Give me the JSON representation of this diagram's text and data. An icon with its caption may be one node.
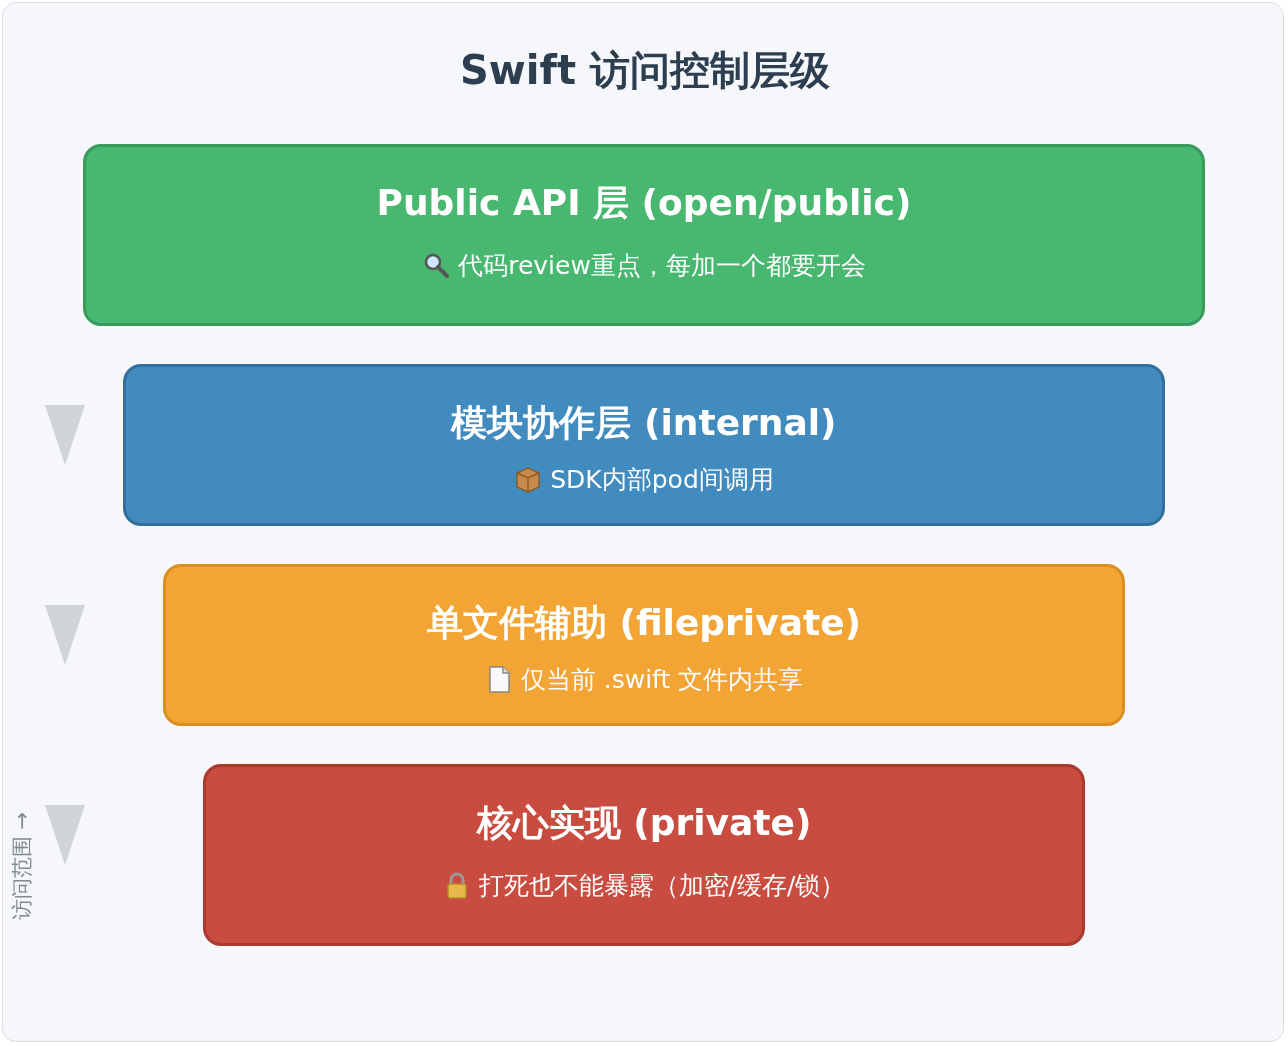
{
  "diagram": {
    "title": "Swift 访问控制层级",
    "nodes": [
      {
        "text": [
          "Public API 层 (open/public)",
          "代码review重点，每加一个都要开会"
        ]
      },
      {
        "text": [
          "模块协作层 (internal)",
          "SDK内部pod间调用"
        ]
      },
      {
        "text": [
          "单文件辅助 (fileprivate)",
          "仅当前 .swift 文件内共享"
        ]
      },
      {
        "text": [
          "核心实现 (private)",
          "打死也不能暴露（加密/缓存/锁）"
        ]
      }
    ],
    "edges": [],
    "labels": [
      "访问范围 →"
    ]
  }
}
